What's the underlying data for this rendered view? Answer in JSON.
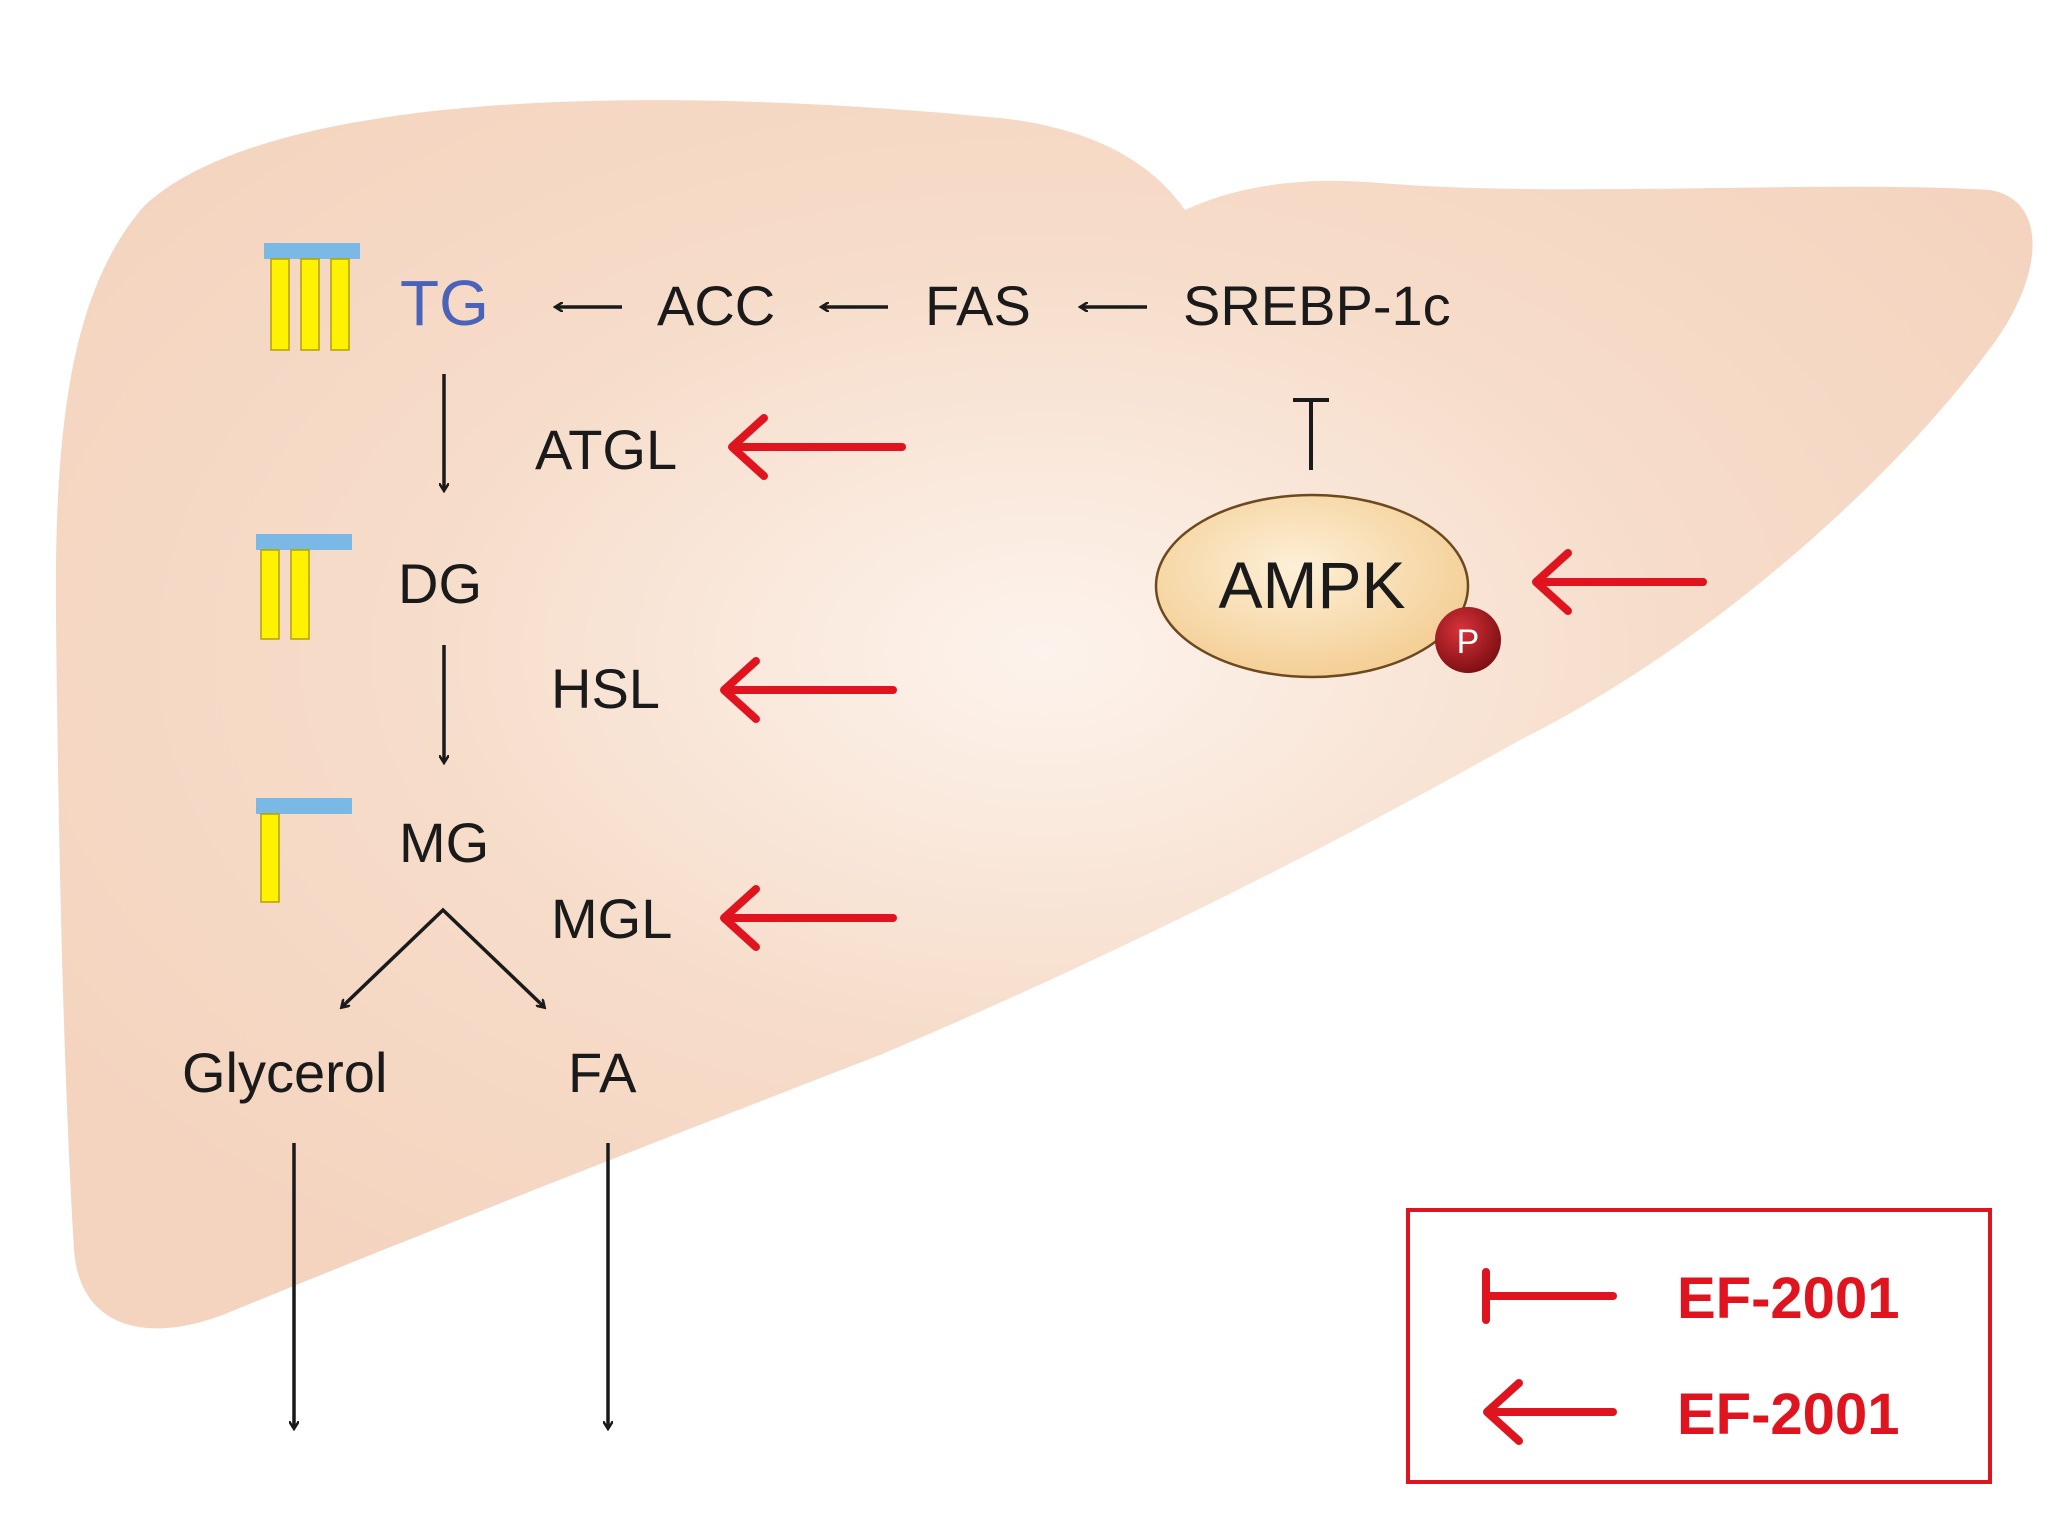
{
  "colors": {
    "liver": "#f6dcc9",
    "liver_center": "#fdf3ec",
    "black": "#1a1a1a",
    "red": "#e0141f",
    "tg_blue": "#4a62b8",
    "glycerol_bar": "#7ab9e6",
    "fatty_chain": "#fff200",
    "ampk_fill": "#f8d9a6",
    "phospho": "#a8161c"
  },
  "nodes": {
    "tg": "TG",
    "acc": "ACC",
    "fas": "FAS",
    "srebp": "SREBP-1c",
    "atgl": "ATGL",
    "dg": "DG",
    "hsl": "HSL",
    "mg": "MG",
    "mgl": "MGL",
    "glycerol": "Glycerol",
    "fa": "FA",
    "ampk": "AMPK",
    "phospho": "P"
  },
  "legend": {
    "inhibit_label": "EF-2001",
    "activate_label": "EF-2001"
  }
}
